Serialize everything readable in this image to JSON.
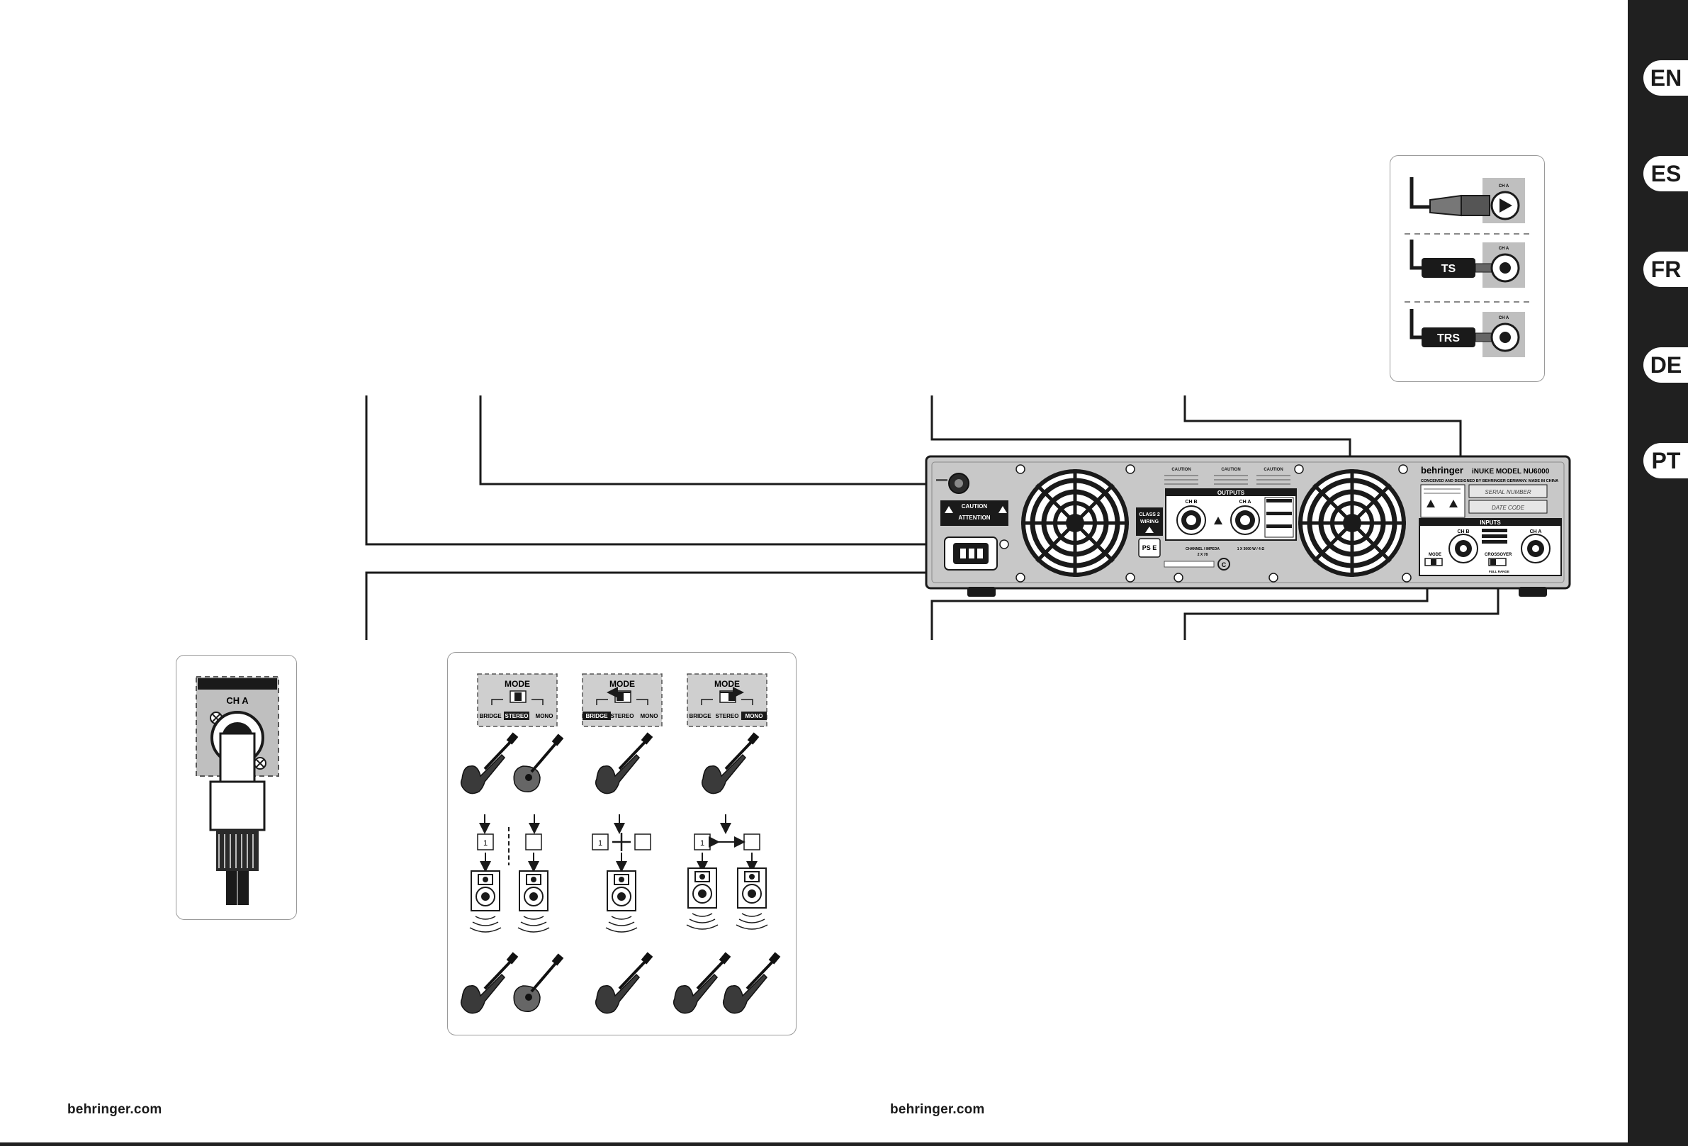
{
  "languages": [
    "EN",
    "ES",
    "FR",
    "DE",
    "PT"
  ],
  "footer": {
    "left_brand": "behringer.com",
    "right_brand": "behringer.com"
  },
  "amp": {
    "brand": "behringer",
    "model": "iNUKE MODEL NU6000",
    "designed_by": "CONCEIVED AND DESIGNED BY BEHRINGER GERMANY. MADE IN CHINA",
    "serial_label": "SERIAL NUMBER",
    "date_label": "DATE CODE",
    "caution_title": "CAUTION",
    "attention_title": "ATTENTION",
    "class2_label": "CLASS 2 WIRING",
    "outputs_label": "OUTPUTS",
    "inputs_label": "INPUTS",
    "ch_b": "CH B",
    "ch_a": "CH A",
    "mode_label": "MODE",
    "crossover_label": "CROSSOVER",
    "channel_rating": "CHANNEL / IMPEDA",
    "rating_b": "2 X 78",
    "rating_a": "1 X 3000 W / 4 Ω",
    "full_range": "FULL RANGE",
    "ps_label": "PS E"
  },
  "input_panel": {
    "ts_label": "TS",
    "trs_label": "TRS",
    "ch_label": "CH A"
  },
  "speakon_panel": {
    "ch_label": "CH A"
  },
  "mode_panel": {
    "title": "MODE",
    "options": [
      "BRIDGE",
      "STEREO",
      "MONO"
    ],
    "channel_1": "1"
  }
}
